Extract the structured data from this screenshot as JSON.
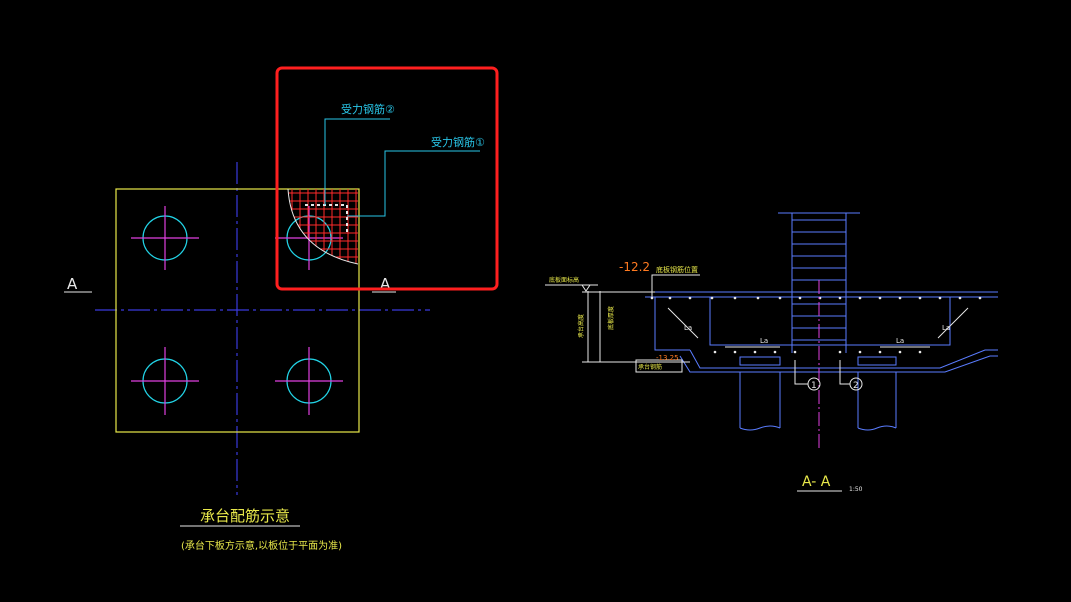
{
  "colors": {
    "background": "#000000",
    "outline_yellow": "#e8e84a",
    "pile_cyan": "#22d3e6",
    "centerline_blue": "#3a3adc",
    "magenta": "#e040e0",
    "rebar_red": "#ff2a2a",
    "highlight_red": "#ff1f1f",
    "leader_cyan": "#29c6e8",
    "section_blue": "#5a7cff",
    "white": "#e8e8e8",
    "orange": "#ff7a20"
  },
  "plan": {
    "section_mark_left": "A",
    "section_mark_right": "A",
    "title": "承台配筋示意",
    "subtitle": "(承台下板方示意,以板位于平面为准)"
  },
  "callouts": {
    "rebar_2": "受力钢筋②",
    "rebar_1": "受力钢筋①"
  },
  "section": {
    "elevation": "-12.2",
    "label_top_rebar": "底板钢筋位置",
    "label_left_top": "底板面标高",
    "label_depth": "承台高度",
    "label_depth2": "底板厚度",
    "label_bottom_rebar": "承台钢筋",
    "la_label": "La",
    "pile_mark_1": "1",
    "pile_mark_2": "2",
    "title": "A- A",
    "scale": "1:50",
    "elev_small": "-13.25"
  }
}
